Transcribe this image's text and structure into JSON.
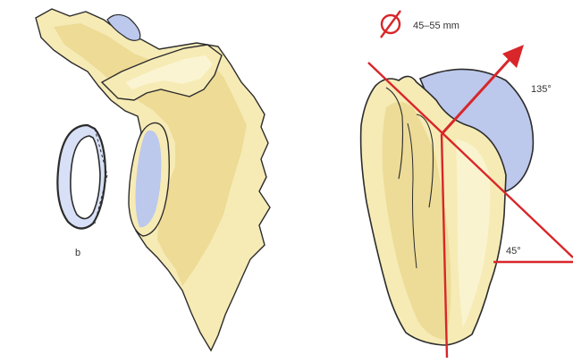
{
  "labels": {
    "panel_b": "b",
    "diameter_value": "45–55 mm",
    "angle_neck_shaft": "135°",
    "angle_inclination": "45°"
  },
  "icons": {
    "diameter": "diameter-symbol-icon"
  },
  "colors": {
    "bone": "#f6ebb5",
    "bone_shade": "#e9d68c",
    "cartilage": "#bcc8ec",
    "outline": "#2c2c2c",
    "measure_red": "#d8262a"
  }
}
